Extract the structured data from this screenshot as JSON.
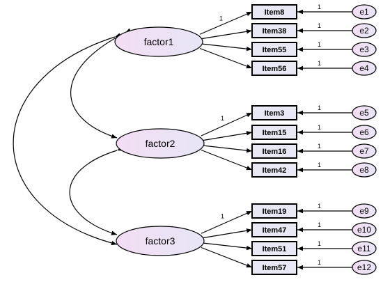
{
  "diagram": {
    "colors": {
      "ellipse_fill_start": "#f4ddf4",
      "ellipse_fill_end": "#e6e6f6",
      "box_fill": "#e9e9f5",
      "stroke": "#000000",
      "background": "#ffffff"
    },
    "factors": [
      {
        "label": "factor1",
        "items": [
          {
            "label": "Item8",
            "error": "e1",
            "loading": "1",
            "error_weight": "1"
          },
          {
            "label": "Item38",
            "error": "e2",
            "loading": "",
            "error_weight": "1"
          },
          {
            "label": "Item55",
            "error": "e3",
            "loading": "",
            "error_weight": "1"
          },
          {
            "label": "Item56",
            "error": "e4",
            "loading": "",
            "error_weight": "1"
          }
        ]
      },
      {
        "label": "factor2",
        "items": [
          {
            "label": "Item3",
            "error": "e5",
            "loading": "1",
            "error_weight": "1"
          },
          {
            "label": "Item15",
            "error": "e6",
            "loading": "",
            "error_weight": "1"
          },
          {
            "label": "Item16",
            "error": "e7",
            "loading": "",
            "error_weight": "1"
          },
          {
            "label": "Item42",
            "error": "e8",
            "loading": "",
            "error_weight": "1"
          }
        ]
      },
      {
        "label": "factor3",
        "items": [
          {
            "label": "Item19",
            "error": "e9",
            "loading": "1",
            "error_weight": "1"
          },
          {
            "label": "Item47",
            "error": "e10",
            "loading": "",
            "error_weight": "1"
          },
          {
            "label": "Item51",
            "error": "e11",
            "loading": "",
            "error_weight": "1"
          },
          {
            "label": "Item57",
            "error": "e12",
            "loading": "",
            "error_weight": "1"
          }
        ]
      }
    ],
    "covariances": [
      {
        "from": "factor1",
        "to": "factor2"
      },
      {
        "from": "factor2",
        "to": "factor3"
      },
      {
        "from": "factor1",
        "to": "factor3"
      }
    ]
  }
}
